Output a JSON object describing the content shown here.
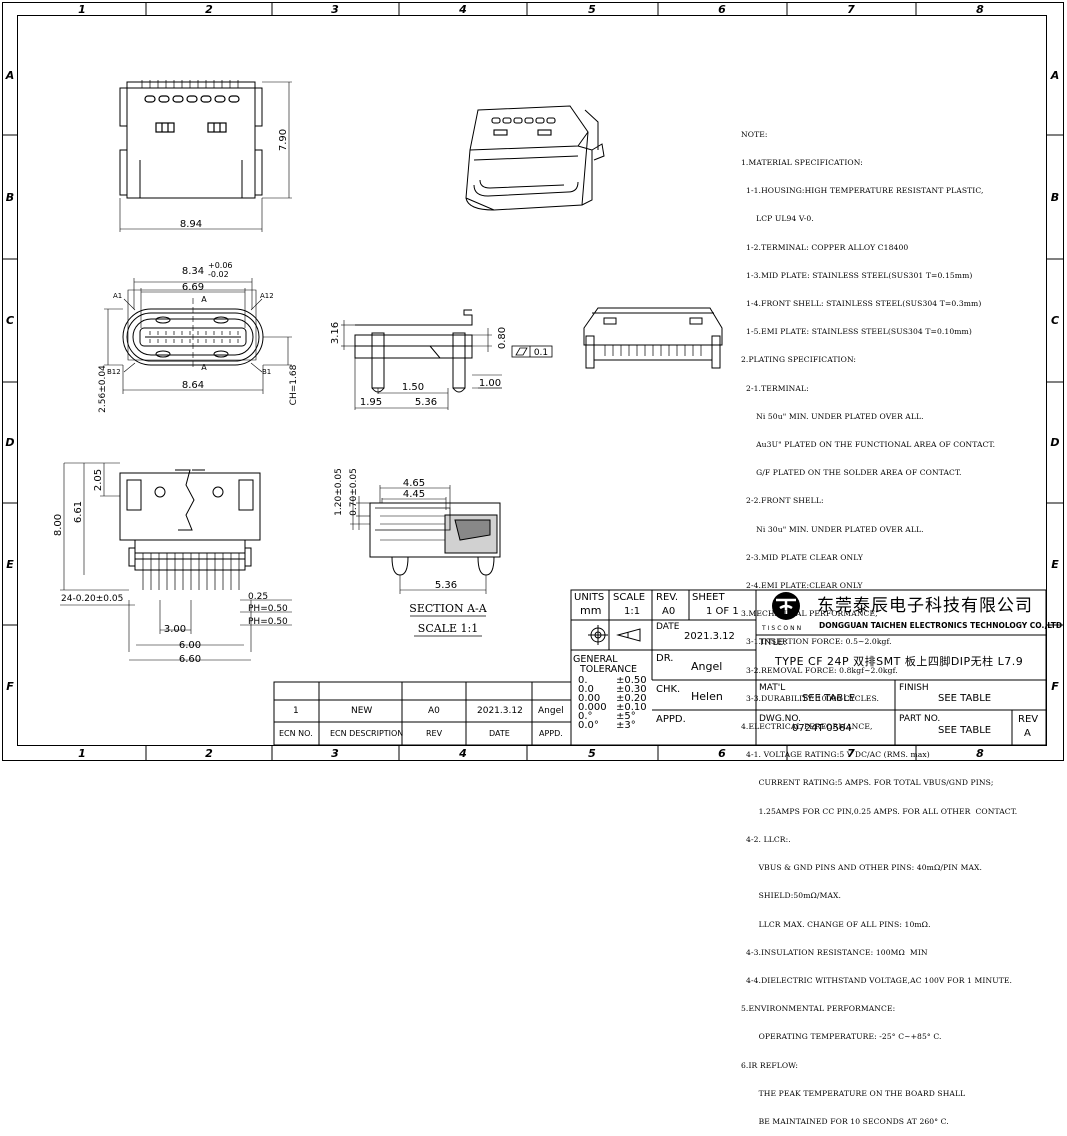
{
  "frame": {
    "columns": [
      "1",
      "2",
      "3",
      "4",
      "5",
      "6",
      "7",
      "8"
    ],
    "rows": [
      "A",
      "B",
      "C",
      "D",
      "E",
      "F"
    ]
  },
  "dims": {
    "top_width": "8.94",
    "top_height": "7.90",
    "front_width": "8.34",
    "front_tol_plus": "+0.06",
    "front_tol_minus": "-0.02",
    "front_inner": "6.69",
    "front_section_mark": "A",
    "pin_a1": "A1",
    "pin_a12": "A12",
    "pin_b12": "B12",
    "pin_b1": "B1",
    "front_bottom": "8.64",
    "front_height": "2.56±0.04",
    "ch": "CH=1.68",
    "side_height": "3.16",
    "side_pin": "0.80",
    "flatness": "0.1",
    "side_1_50": "1.50",
    "side_1_00": "1.00",
    "side_1_95": "1.95",
    "side_5_36": "5.36",
    "pcb_2_05": "2.05",
    "pcb_6_61": "6.61",
    "pcb_8_00": "8.00",
    "pcb_pitch": "24-0.20±0.05",
    "pcb_0_25": "0.25",
    "pcb_ph1": "PH=0.50",
    "pcb_ph2": "PH=0.50",
    "pcb_3_00": "3.00",
    "pcb_6_00": "6.00",
    "pcb_6_60": "6.60",
    "sec_1_20": "1.20±0.05",
    "sec_0_70": "0.70±0.05",
    "sec_4_65": "4.65",
    "sec_4_45": "4.45",
    "sec_5_36": "5.36",
    "section_title": "SECTION A-A",
    "section_scale": "SCALE 1:1"
  },
  "notes": [
    "NOTE:",
    "1.MATERIAL SPECIFICATION:",
    "  1-1.HOUSING:HIGH TEMPERATURE RESISTANT PLASTIC,",
    "      LCP UL94 V-0.",
    "  1-2.TERMINAL: COPPER ALLOY C18400",
    "  1-3.MID PLATE: STAINLESS STEEL(SUS301 T=0.15mm)",
    "  1-4.FRONT SHELL: STAINLESS STEEL(SUS304 T=0.3mm)",
    "  1-5.EMI PLATE: STAINLESS STEEL(SUS304 T=0.10mm)",
    "2.PLATING SPECIFICATION:",
    "  2-1.TERMINAL:",
    "      Ni 50u\" MIN. UNDER PLATED OVER ALL.",
    "      Au3U\" PLATED ON THE FUNCTIONAL AREA OF CONTACT.",
    "      G/F PLATED ON THE SOLDER AREA OF CONTACT.",
    "  2-2.FRONT SHELL:",
    "      Ni 30u\" MIN. UNDER PLATED OVER ALL.",
    "  2-3.MID PLATE CLEAR ONLY",
    "  2-4.EMI PLATE:CLEAR ONLY",
    "3.MECHANICAL PERFORMANCE,",
    "  3-1.INSERTION FORCE: 0.5~2.0kgf.",
    "  3-2.REMOVAL FORCE: 0.8kgf~2.0kgf.",
    "  3-3.DURABILITY: 10000 CYCLES.",
    "4.ELECTRICAL PERFORMANCE,",
    "  4-1. VOLTAGE RATING:5 V DC/AC (RMS. max)",
    "       CURRENT RATING:5 AMPS. FOR TOTAL VBUS/GND PINS;",
    "       1.25AMPS FOR CC PIN,0.25 AMPS. FOR ALL OTHER  CONTACT.",
    "  4-2. LLCR:.",
    "       VBUS & GND PINS AND OTHER PINS: 40mΩ/PIN MAX.",
    "       SHIELD:50mΩ/MAX.",
    "       LLCR MAX. CHANGE OF ALL PINS: 10mΩ.",
    "  4-3.INSULATION RESISTANCE: 100MΩ  MIN",
    "  4-4.DIELECTRIC WITHSTAND VOLTAGE,AC 100V FOR 1 MINUTE.",
    "5.ENVIRONMENTAL PERFORMANCE:",
    "       OPERATING TEMPERATURE: -25° C~+85° C.",
    "6.IR REFLOW:",
    "       THE PEAK TEMPERATURE ON THE BOARD SHALL",
    "       BE MAINTAINED FOR 10 SECONDS AT 260° C."
  ],
  "title_block": {
    "units_label": "UNITS",
    "units_value": "mm",
    "scale_label": "SCALE",
    "scale_value": "1:1",
    "rev_label": "REV.",
    "rev_value": "A0",
    "sheet_label": "SHEET",
    "sheet_value": "1 OF 1",
    "date_label": "DATE",
    "date_value": "2021.3.12",
    "general_label": "GENERAL",
    "tolerance_label": "TOLERANCE",
    "tol_rows": [
      [
        "0.",
        "±0.50"
      ],
      [
        "0.0",
        "±0.30"
      ],
      [
        "0.00",
        "±0.20"
      ],
      [
        "0.000",
        "±0.10"
      ],
      [
        "0.°",
        "±5°"
      ],
      [
        "0.0°",
        "±3°"
      ]
    ],
    "dr_label": "DR.",
    "dr_value": "Angel",
    "chk_label": "CHK.",
    "chk_value": "Helen",
    "appd_label": "APPD.",
    "company_cn": "东莞泰辰电子科技有限公司",
    "company_en": "DONGGUAN TAICHEN ELECTRONICS TECHNOLOGY CO.,LTD",
    "logo_text": "TISCONN",
    "title_label": "TITLE:",
    "title_value": "TYPE CF 24P 双排SMT 板上四脚DIP无柱 L7.9",
    "matl_label": "MAT'L",
    "matl_value": "SEE TABLE",
    "finish_label": "FINISH",
    "finish_value": "SEE TABLE",
    "dwg_label": "DWG.NO.",
    "dwg_value": "0724T-0564",
    "part_label": "PART NO.",
    "part_value": "SEE TABLE",
    "rev2_label": "REV",
    "rev2_value": "A"
  },
  "revision": {
    "row": [
      "1",
      "NEW",
      "A0",
      "2021.3.12",
      "Angel"
    ],
    "headers": [
      "ECN NO.",
      "ECN  DESCRIPTION",
      "REV",
      "DATE",
      "APPD."
    ]
  }
}
